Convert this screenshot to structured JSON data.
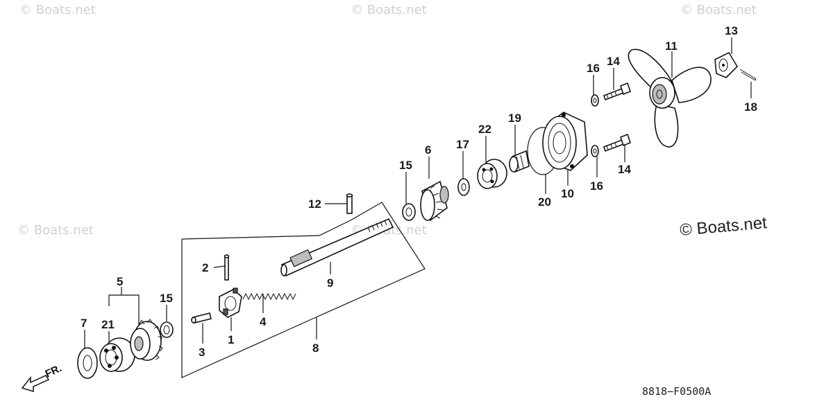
{
  "watermarks": [
    "© Boats.net",
    "© Boats.net",
    "© Boats.net",
    "© Boats.net",
    "© Boats.net"
  ],
  "copyright": "© Boats.net",
  "diagram_code": "8818−F0500A",
  "direction_label": "FR.",
  "part_numbers": {
    "p1": "1",
    "p2": "2",
    "p3": "3",
    "p4": "4",
    "p5": "5",
    "p6": "6",
    "p7": "7",
    "p8": "8",
    "p9": "9",
    "p10": "10",
    "p11": "11",
    "p12": "12",
    "p13": "13",
    "p14a": "14",
    "p14b": "14",
    "p15a": "15",
    "p15b": "15",
    "p16a": "16",
    "p16b": "16",
    "p17": "17",
    "p18": "18",
    "p19": "19",
    "p20": "20",
    "p21": "21",
    "p22": "22"
  }
}
